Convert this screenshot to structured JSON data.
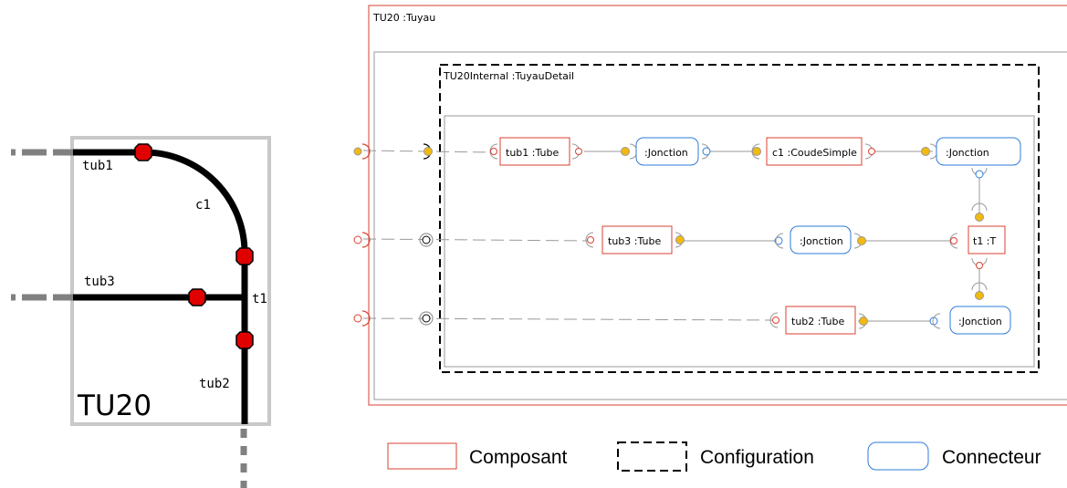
{
  "schematic": {
    "box_label": "TU20",
    "labels": {
      "tub1": "tub1",
      "c1": "c1",
      "tub3": "tub3",
      "t1": "t1",
      "tub2": "tub2"
    }
  },
  "diagram": {
    "outer_title": "TU20 :Tuyau",
    "config_title": "TU20Internal :TuyauDetail",
    "parts": {
      "tub1": "tub1 :Tube",
      "jonction1": ":Jonction",
      "c1": "c1 :CoudeSimple",
      "jonction2": ":Jonction",
      "tub3": "tub3 :Tube",
      "jonction3": ":Jonction",
      "t1": "t1 :T",
      "tub2": "tub2 :Tube",
      "jonction4": ":Jonction"
    }
  },
  "legend": {
    "composant": "Composant",
    "configuration": "Configuration",
    "connecteur": "Connecteur"
  },
  "colors": {
    "component": "#d9412f",
    "connector": "#2f7bd9",
    "port_fill": "#f2b90f",
    "line": "#999999",
    "pipe": "#000000",
    "joint": "#e00000",
    "frame": "#c8c8c8"
  }
}
